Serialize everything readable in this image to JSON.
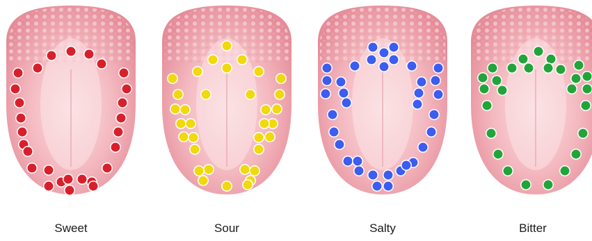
{
  "panels": [
    {
      "label": "Sweet",
      "dot_color": "#d8202c",
      "region": "tip"
    },
    {
      "label": "Sour",
      "dot_color": "#f2d80e",
      "region": "sides"
    },
    {
      "label": "Salty",
      "dot_color": "#3d5cf0",
      "region": "sides-and-front"
    },
    {
      "label": "Bitter",
      "dot_color": "#22a43a",
      "region": "back"
    }
  ],
  "colors": {
    "tongue_light": "#fbd9dd",
    "tongue_mid": "#f2a9b2",
    "tongue_dark": "#e58c98",
    "background": "#ffffff"
  }
}
